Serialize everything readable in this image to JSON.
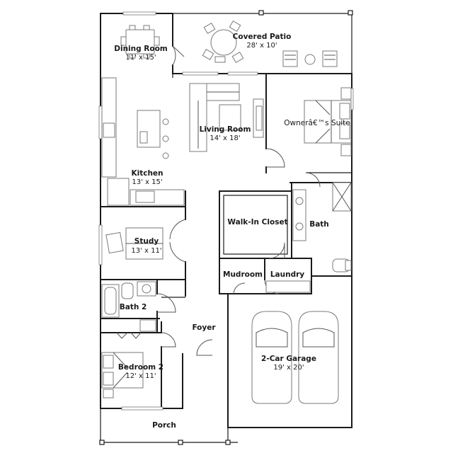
{
  "rooms": {
    "covered_patio": {
      "name": "Covered Patio",
      "dims": "28' x 10'"
    },
    "dining_room": {
      "name": "Dining Room",
      "dims": "11' x 15'"
    },
    "owners_suite": {
      "name": "Ownerâ€™s Suite",
      "dims": ""
    },
    "living_room": {
      "name": "Living Room",
      "dims": "14' x 18'"
    },
    "kitchen": {
      "name": "Kitchen",
      "dims": "13' x 15'"
    },
    "walk_in_closet": {
      "name": "Walk-In Closet",
      "dims": ""
    },
    "bath": {
      "name": "Bath",
      "dims": ""
    },
    "study": {
      "name": "Study",
      "dims": "13' x 11'"
    },
    "mudroom": {
      "name": "Mudroom",
      "dims": ""
    },
    "laundry": {
      "name": "Laundry",
      "dims": ""
    },
    "bath_2": {
      "name": "Bath 2",
      "dims": ""
    },
    "foyer": {
      "name": "Foyer",
      "dims": ""
    },
    "bedroom_2": {
      "name": "Bedroom 2",
      "dims": "12' x 11'"
    },
    "garage": {
      "name": "2-Car Garage",
      "dims": "19' x 20'"
    },
    "porch": {
      "name": "Porch",
      "dims": ""
    }
  }
}
